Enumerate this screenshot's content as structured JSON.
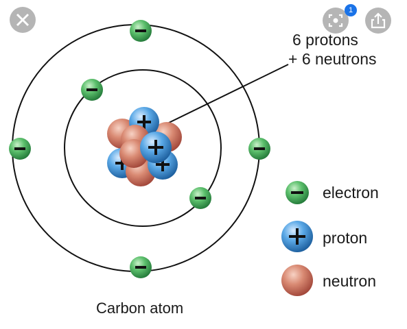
{
  "nucleus_label": {
    "line1": "6 protons",
    "line2": "+ 6 neutrons"
  },
  "legend": [
    {
      "label": "electron",
      "icon": "electron-icon"
    },
    {
      "label": "proton",
      "icon": "proton-icon"
    },
    {
      "label": "neutron",
      "icon": "neutron-icon"
    }
  ],
  "caption": "Carbon atom",
  "ui": {
    "badge_count": "1",
    "close_icon": "close-icon",
    "lens_icon": "lens-icon",
    "share_icon": "share-icon"
  },
  "colors": {
    "electron": "#3fa05a",
    "proton": "#3f8fd2",
    "neutron": "#cd6b55",
    "orbit": "#111111"
  }
}
